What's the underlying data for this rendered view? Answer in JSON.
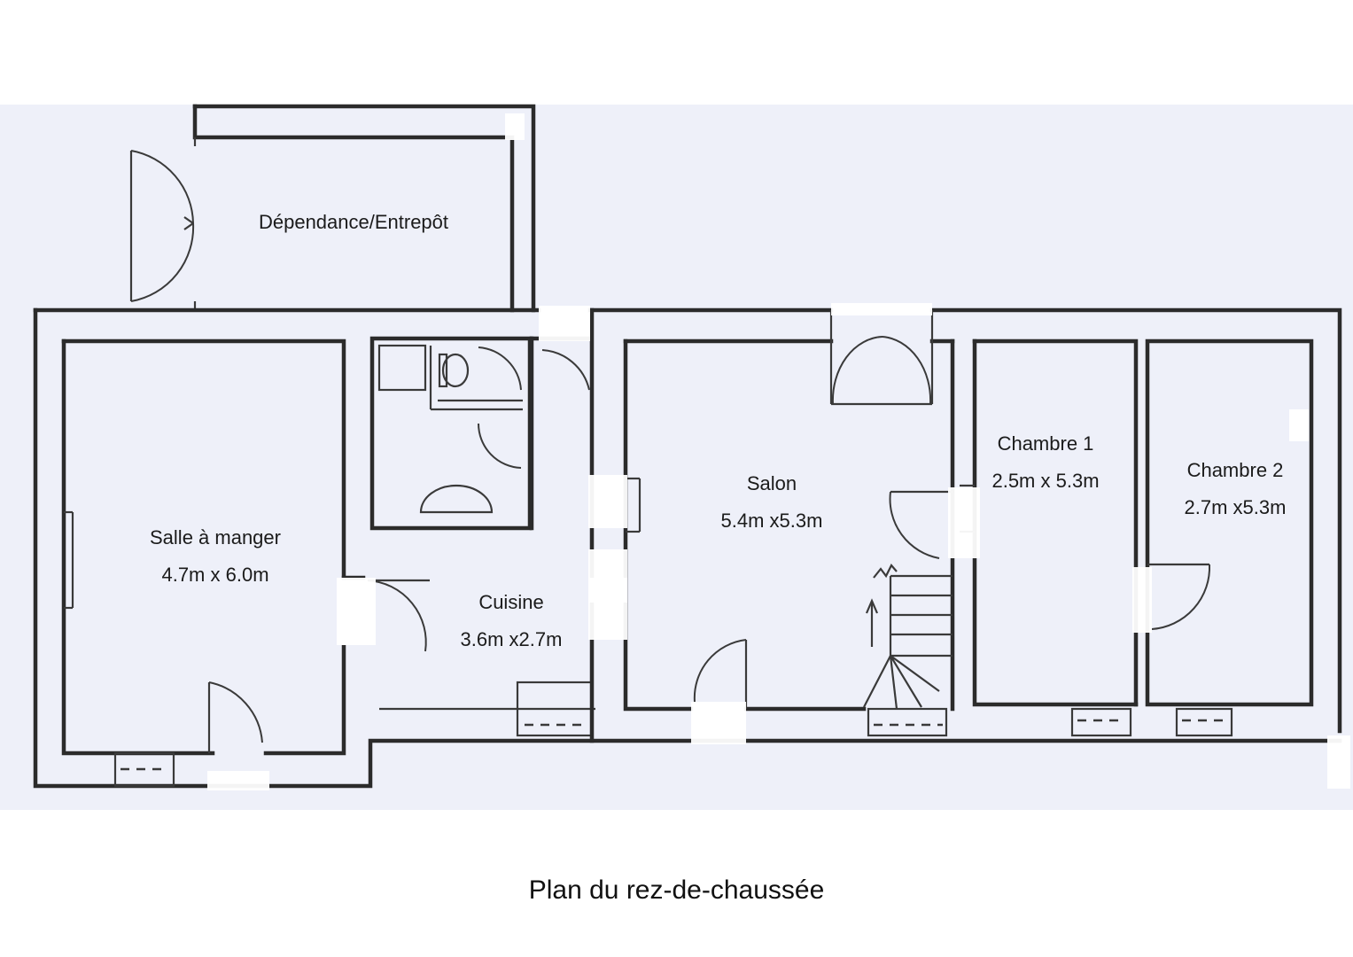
{
  "rooms": {
    "dependance": {
      "name": "Dépendance/Entrepôt"
    },
    "salle_a_manger": {
      "name": "Salle à manger",
      "dims": "4.7m x 6.0m"
    },
    "cuisine": {
      "name": "Cuisine",
      "dims": "3.6m x2.7m"
    },
    "salon": {
      "name": "Salon",
      "dims": "5.4m x5.3m"
    },
    "chambre_1": {
      "name": "Chambre 1",
      "dims": "2.5m x 5.3m"
    },
    "chambre_2": {
      "name": "Chambre 2",
      "dims": "2.7m x5.3m"
    }
  },
  "caption": "Plan du rez-de-chaussée",
  "colors": {
    "paper": "#eef0f9",
    "ink": "#2b2b2b"
  }
}
